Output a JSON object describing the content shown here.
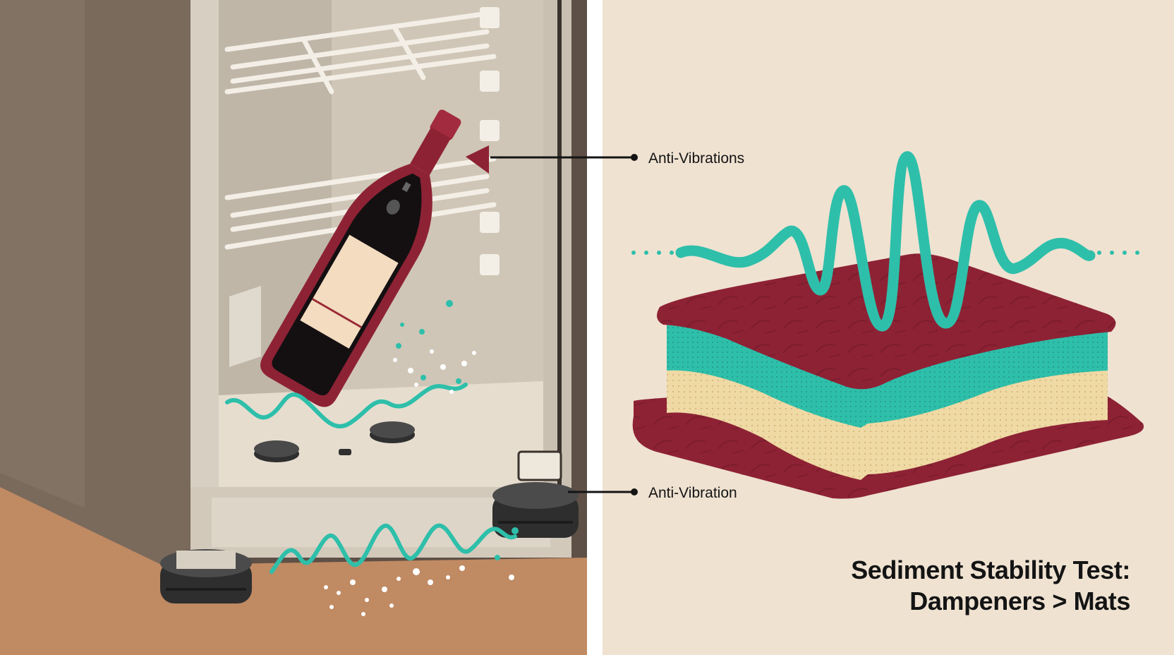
{
  "callouts": {
    "top": "Anti-Vibrations",
    "bottom": "Anti-Vibration"
  },
  "headline": {
    "line1": "Sediment Stability Test:",
    "line2": "Dampeners > Mats"
  },
  "colors": {
    "background": "#efe2d1",
    "wine": "#8e2235",
    "teal": "#2ebfaa",
    "foam": "#efd9a4",
    "fridge": "#d7cfc2",
    "floor": "#c08a63"
  }
}
